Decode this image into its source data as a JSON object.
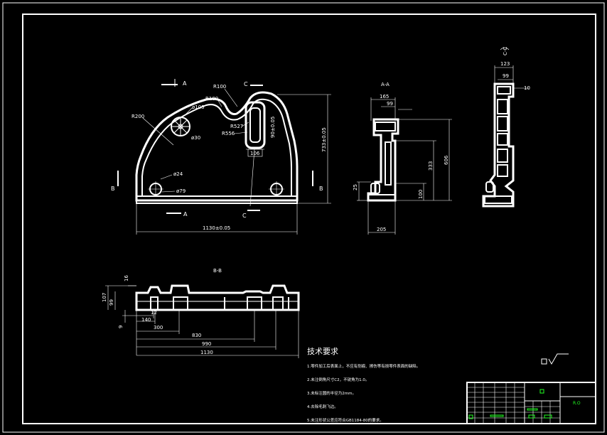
{
  "front_view": {
    "section_A_top": "A",
    "section_A_bottom": "A",
    "section_B_left": "B",
    "section_B_right": "B",
    "section_C_top": "C",
    "section_C_bottom": "C",
    "r100_a": "R100",
    "r100_b": "R100",
    "r200": "R200",
    "d105": "ø105",
    "d30": "ø30",
    "r527": "R527",
    "r556": "R556",
    "d24": "ø24",
    "d79": "ø79",
    "w106": "106",
    "h90": "90±0.05",
    "h733": "733±0.05",
    "w1130": "1130±0.05"
  },
  "section_aa": {
    "title": "A-A",
    "d165": "165",
    "d99": "99",
    "d333": "333",
    "d606": "606",
    "d25": "25",
    "d100": "100",
    "d205": "205"
  },
  "section_cc": {
    "title": "C-C",
    "d123": "123",
    "d99": "99",
    "d10": "10"
  },
  "section_bb": {
    "title": "B-B",
    "d16": "16",
    "d107": "107",
    "d99": "99",
    "d9": "9",
    "d12": "12",
    "d140": "140",
    "d300": "300",
    "d830": "830",
    "d990": "990",
    "d1130": "1130"
  },
  "tech_req": {
    "title": "技术要求",
    "items": [
      "1.零件加工后表面上，不应有划痕、擦伤等有损零件表面的缺陷。",
      "2.未注倒角尺寸C2，不锐角为1.0。",
      "3.未标注圆的半径为2mm。",
      "4.去除毛刺飞边。",
      "5.未注形状公差应符合GB1184-80的要求。"
    ]
  },
  "roughness_symbol": "□√",
  "title_block": {
    "code_label": "◻",
    "sheet_label": "R.O"
  },
  "colors": {
    "background": "#000000",
    "lines": "#ffffff",
    "title_block_text": "#22ff22"
  }
}
